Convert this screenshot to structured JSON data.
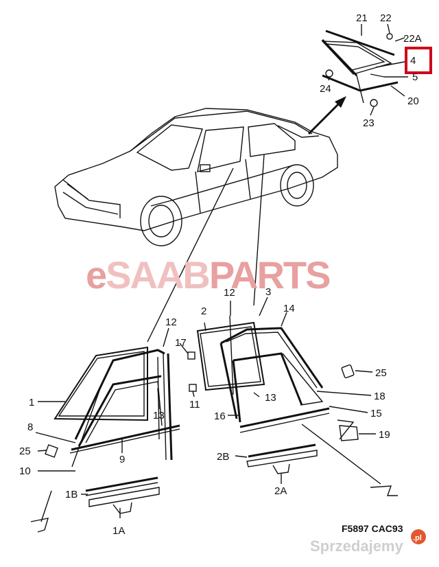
{
  "watermark": {
    "part1": "e",
    "part2": "SAAB",
    "part3": "PARTS",
    "color": "#e8a0a0"
  },
  "drawing_code": "F5897  CAC93",
  "seller_watermark": "Sprzedajemy",
  "seller_badge": ".pl",
  "highlight_color": "#d0021b",
  "callouts": {
    "c21": "21",
    "c22": "22",
    "c22a": "22A",
    "c4": "4",
    "c5": "5",
    "c24": "24",
    "c20": "20",
    "c23": "23",
    "c12a": "12",
    "c17": "17",
    "c11": "11",
    "c13a": "13",
    "c1": "1",
    "c8": "8",
    "c25a": "25",
    "c9": "9",
    "c10": "10",
    "c1b": "1B",
    "c1a": "1A",
    "c2": "2",
    "c12b": "12",
    "c3": "3",
    "c14": "14",
    "c13b": "13",
    "c25b": "25",
    "c18": "18",
    "c16": "16",
    "c15": "15",
    "c19": "19",
    "c2b": "2B",
    "c2a": "2A"
  }
}
